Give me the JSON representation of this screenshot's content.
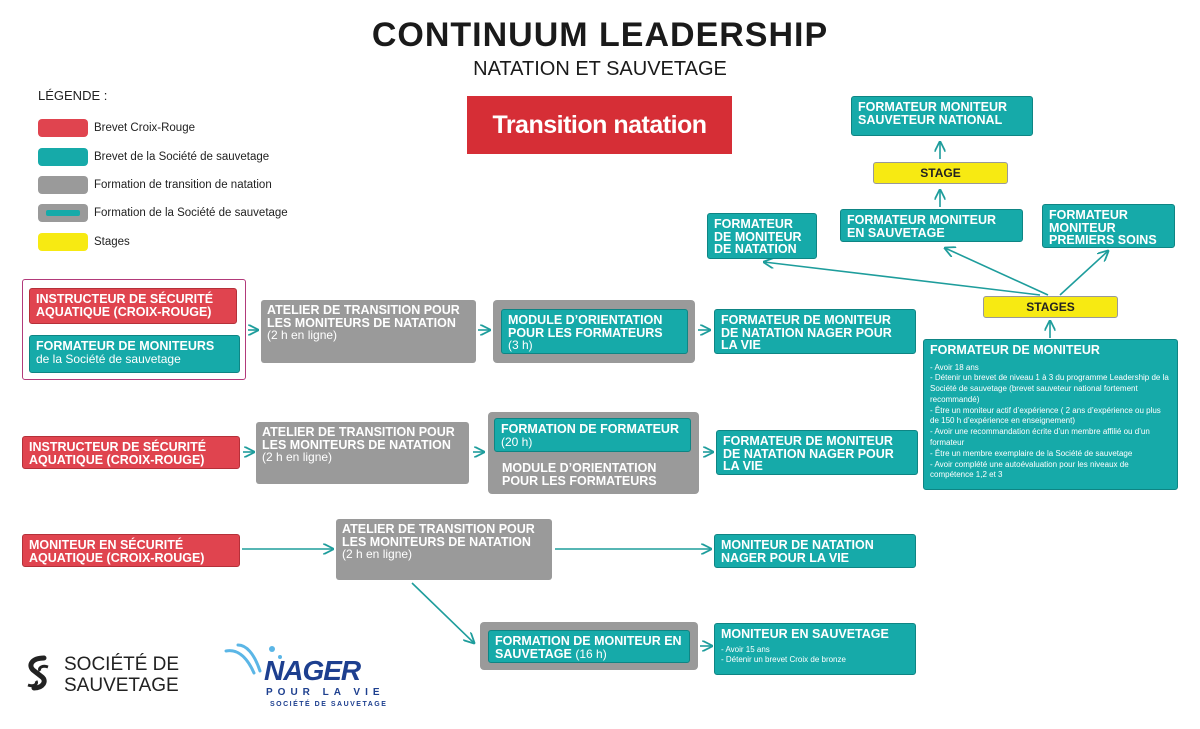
{
  "header": {
    "title": "CONTINUUM LEADERSHIP",
    "subtitle": "NATATION ET SAUVETAGE",
    "banner": "Transition natation"
  },
  "legend": {
    "title": "LÉGENDE :",
    "items": [
      {
        "label": "Brevet Croix-Rouge",
        "color": "#e0444f"
      },
      {
        "label": "Brevet de la Société de sauvetage",
        "color": "#16aaa9"
      },
      {
        "label": "Formation de transition de natation",
        "color": "#9a9a9a"
      },
      {
        "label": "Formation de la Société de sauvetage",
        "color": "#9a9a9a"
      },
      {
        "label": "Stages",
        "color": "#f7ea12"
      }
    ]
  },
  "row1": {
    "instructeur": "INSTRUCTEUR DE SÉCURITÉ AQUATIQUE (CROIX-ROUGE)",
    "formateur_moniteurs": "FORMATEUR DE MONITEURS",
    "formateur_moniteurs_sub": "de la Société de sauvetage",
    "atelier": "ATELIER DE TRANSITION POUR LES MONITEURS DE NATATION",
    "atelier_sub": "(2 h en ligne)",
    "module": "MODULE D’ORIENTATION POUR LES FORMATEURS",
    "module_sub": "(3 h)",
    "result": "FORMATEUR DE MONITEUR DE NATATION NAGER POUR LA VIE"
  },
  "row2": {
    "instructeur": "INSTRUCTEUR DE SÉCURITÉ AQUATIQUE (CROIX-ROUGE)",
    "atelier": "ATELIER DE TRANSITION POUR LES MONITEURS DE NATATION",
    "atelier_sub": "(2 h en ligne)",
    "formation": "FORMATION DE FORMATEUR",
    "formation_sub": "(20 h)",
    "module": "MODULE D’ORIENTATION POUR LES FORMATEURS",
    "result": "FORMATEUR DE MONITEUR DE NATATION NAGER POUR LA VIE"
  },
  "row3": {
    "moniteur": "MONITEUR EN SÉCURITÉ AQUATIQUE (CROIX-ROUGE)",
    "atelier": "ATELIER DE TRANSITION POUR LES MONITEURS DE NATATION",
    "atelier_sub": "(2 h en ligne)",
    "result": "MONITEUR DE NATATION NAGER POUR LA VIE",
    "formation_sauvetage": "FORMATION DE MONITEUR EN SAUVETAGE",
    "formation_sauvetage_sub": "(16 h)",
    "moniteur_sauvetage": "MONITEUR EN SAUVETAGE",
    "moniteur_sauvetage_reqs": [
      "- Avoir 15 ans",
      "- Détenir un brevet Croix de bronze"
    ]
  },
  "top_right": {
    "national": "FORMATEUR MONITEUR SAUVETEUR NATIONAL",
    "stage": "STAGE",
    "formateur_natation": "FORMATEUR DE MONITEUR DE NATATION",
    "formateur_sauvetage": "FORMATEUR MONITEUR EN SAUVETAGE",
    "formateur_premiers_soins": "FORMATEUR MONITEUR PREMIERS SOINS",
    "stages": "STAGES",
    "formateur_moniteur": "FORMATEUR DE MONITEUR",
    "requirements": [
      "- Avoir 18 ans",
      "- Détenir un brevet de niveau 1 à 3 du programme Leadership de la Société de sauvetage (brevet sauveteur national fortement recommandé)",
      "- Être un moniteur actif d’expérience ( 2 ans d’expérience ou plus de 150 h d’expérience en enseignement)",
      "- Avoir une recommandation écrite d’un membre affilié ou d’un formateur",
      "- Être un membre exemplaire de la Société de sauvetage",
      "- Avoir complété une autoévaluation pour les niveaux de compétence 1,2 et 3"
    ]
  },
  "logos": {
    "societe_line1": "SOCIÉTÉ DE",
    "societe_line2": "SAUVETAGE",
    "nager": "NAGER",
    "pour_la_vie": "POUR LA VIE",
    "societe_small": "SOCIÉTÉ DE SAUVETAGE"
  },
  "colors": {
    "red": "#e0444f",
    "teal": "#16aaa9",
    "gray": "#9a9a9a",
    "yellow": "#f7ea12",
    "banner": "#d62e36"
  }
}
